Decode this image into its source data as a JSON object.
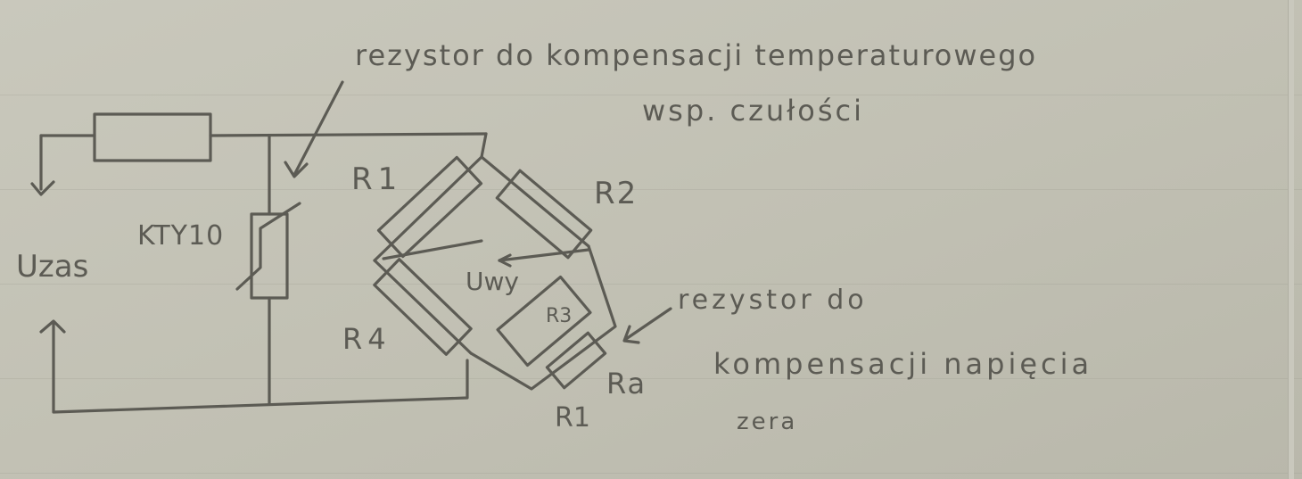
{
  "labels": {
    "u_zas": "Uzas",
    "ktv10": "KTY10",
    "r1": "R1",
    "r2": "R2",
    "r3": "R3",
    "r4": "R4",
    "ra": "Ra",
    "rz": "R1",
    "u_wy": "Uwy"
  },
  "annotations": {
    "temp_note_line1": "rezystor do kompensacji temperaturowego",
    "temp_note_line2": "wsp. czułości",
    "zero_note_line1": "rezystor do",
    "zero_note_line2": "kompensacji napięcia",
    "zero_note_line3": "zera"
  },
  "colors": {
    "paper": "#c4c3b6",
    "ink": "#5c5b54"
  }
}
